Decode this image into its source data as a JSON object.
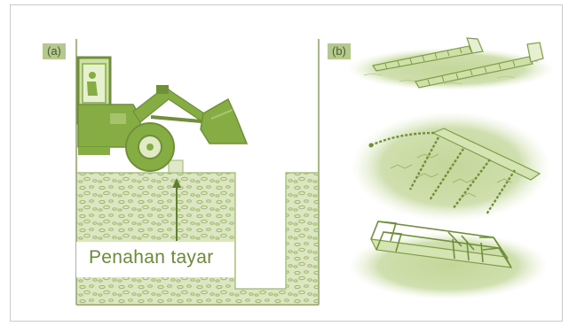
{
  "panels": {
    "a": {
      "tag": "(a)",
      "callout": "Penahan tayar"
    },
    "b": {
      "tag": "(b)"
    }
  },
  "colors": {
    "ground": "#d9e4be",
    "stone": "#9fb96a",
    "machine": "#86ad43",
    "outline": "#6f8f3a",
    "tag_bg": "#b4c98c"
  },
  "icons": {
    "a": "wheel-loader-icon",
    "b": [
      "skid-ramp-icon",
      "chain-drag-icon",
      "frame-sled-icon"
    ]
  }
}
